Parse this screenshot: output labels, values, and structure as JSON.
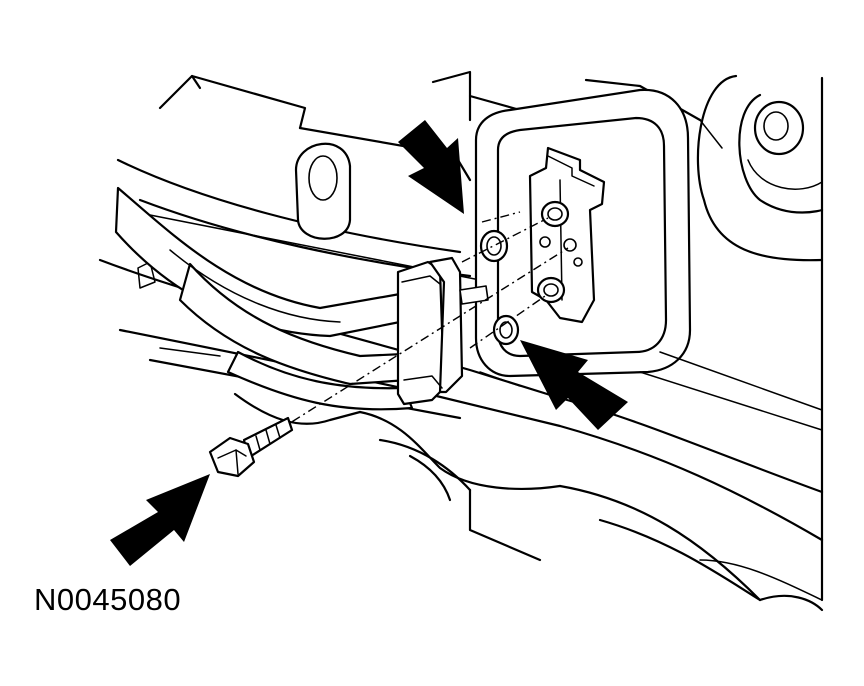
{
  "figure": {
    "id_label": "N0045080",
    "callouts": [
      "arrow-upper-o-ring",
      "arrow-lower-o-ring",
      "arrow-bolt"
    ],
    "colors": {
      "ink": "#000000",
      "paper": "#ffffff"
    }
  }
}
